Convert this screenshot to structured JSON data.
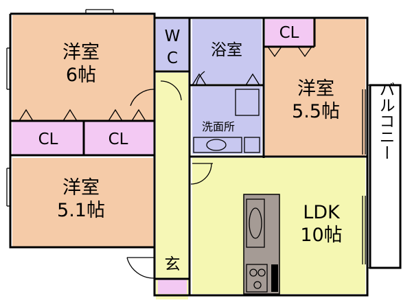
{
  "colors": {
    "western_room": "#f5cba8",
    "closet": "#f3c9f3",
    "wet_area": "#c8c8f0",
    "ldk": "#f5f7b2",
    "hallway": "#f6f7b6",
    "balcony": "#ffffff",
    "kitchen_counter": "#a59b95"
  },
  "rooms": {
    "western_6": {
      "name": "洋室",
      "size": "6帖"
    },
    "western_55": {
      "name": "洋室",
      "size": "5.5帖"
    },
    "western_51": {
      "name": "洋室",
      "size": "5.1帖"
    },
    "ldk": {
      "name": "LDK",
      "size": "10帖"
    },
    "bath": {
      "name": "浴室"
    },
    "washroom": {
      "name": "洗面所"
    },
    "wc": {
      "line1": "W",
      "line2": "C"
    },
    "entrance": {
      "name": "玄"
    },
    "balcony": {
      "name": "バルコニー"
    },
    "closets": [
      {
        "name": "CL"
      },
      {
        "name": "CL"
      },
      {
        "name": "CL"
      }
    ]
  }
}
